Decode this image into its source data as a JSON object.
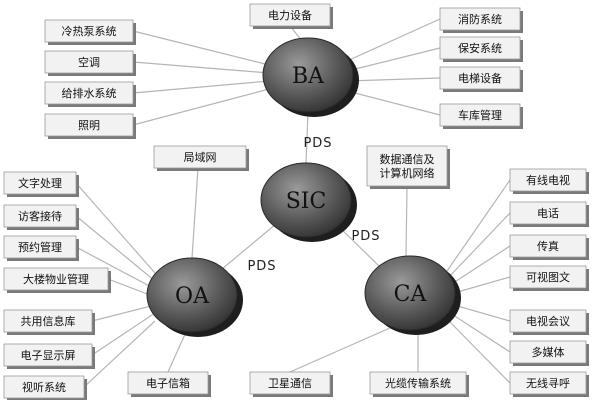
{
  "hubs": {
    "ba": {
      "label": "BA"
    },
    "sic": {
      "label": "SIC"
    },
    "oa": {
      "label": "OA"
    },
    "ca": {
      "label": "CA"
    }
  },
  "pds": [
    "PDS",
    "PDS",
    "PDS"
  ],
  "ba_systems": {
    "left": [
      "冷热泵系统",
      "空调",
      "给排水系统",
      "照明"
    ],
    "top": [
      "电力设备"
    ],
    "right": [
      "消防系统",
      "保安系统",
      "电梯设备",
      "车库管理"
    ]
  },
  "sic_network": [
    "局域网",
    "数据通信及",
    "计算机网络"
  ],
  "oa_systems": {
    "left": [
      "文字处理",
      "访客接待",
      "预约管理",
      "大楼物业管理",
      "共用信息库",
      "电子显示屏",
      "视听系统"
    ],
    "bottom": [
      "电子信箱"
    ]
  },
  "ca_systems": {
    "right": [
      "有线电视",
      "电话",
      "传真",
      "可视图文",
      "电视会议",
      "多媒体",
      "无线寻呼"
    ],
    "bottom": [
      "卫星通信",
      "光缆传输系统"
    ]
  },
  "colors": {
    "hub_top": "#8a8a8a",
    "hub_body": "#3a3a3a",
    "box_fill": "#f2f2f2",
    "box_shadow": "#7a7a7a",
    "line": "#b5b5b5"
  }
}
